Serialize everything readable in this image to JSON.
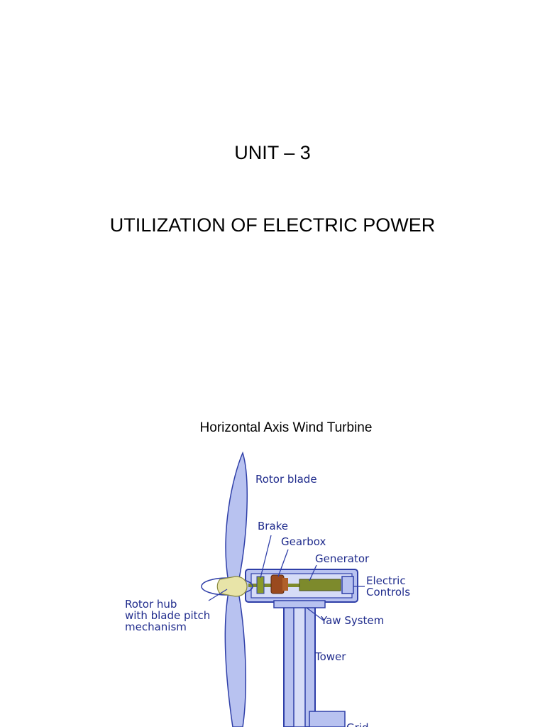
{
  "slide": {
    "unit": "UNIT – 3",
    "title": "UTILIZATION OF ELECTRIC POWER",
    "caption": "Horizontal Axis Wind Turbine"
  },
  "diagram": {
    "labels": {
      "rotor_blade": "Rotor blade",
      "brake": "Brake",
      "gearbox": "Gearbox",
      "generator": "Generator",
      "electric_controls_1": "Electric",
      "electric_controls_2": "Controls",
      "rotor_hub_1": "Rotor hub",
      "rotor_hub_2": "with blade pitch",
      "rotor_hub_3": "mechanism",
      "yaw_system": "Yaw System",
      "tower": "Tower",
      "grid": "Grid"
    },
    "colors": {
      "label": "#1f2b8c",
      "outline": "#2f3fa8",
      "fill": "#b8c2f0",
      "fill_light": "#d6dcf7",
      "hub": "#e8e4a8",
      "brake": "#8a9a2a",
      "gearbox": "#9a4a1e",
      "generator": "#7d8a2c"
    }
  }
}
